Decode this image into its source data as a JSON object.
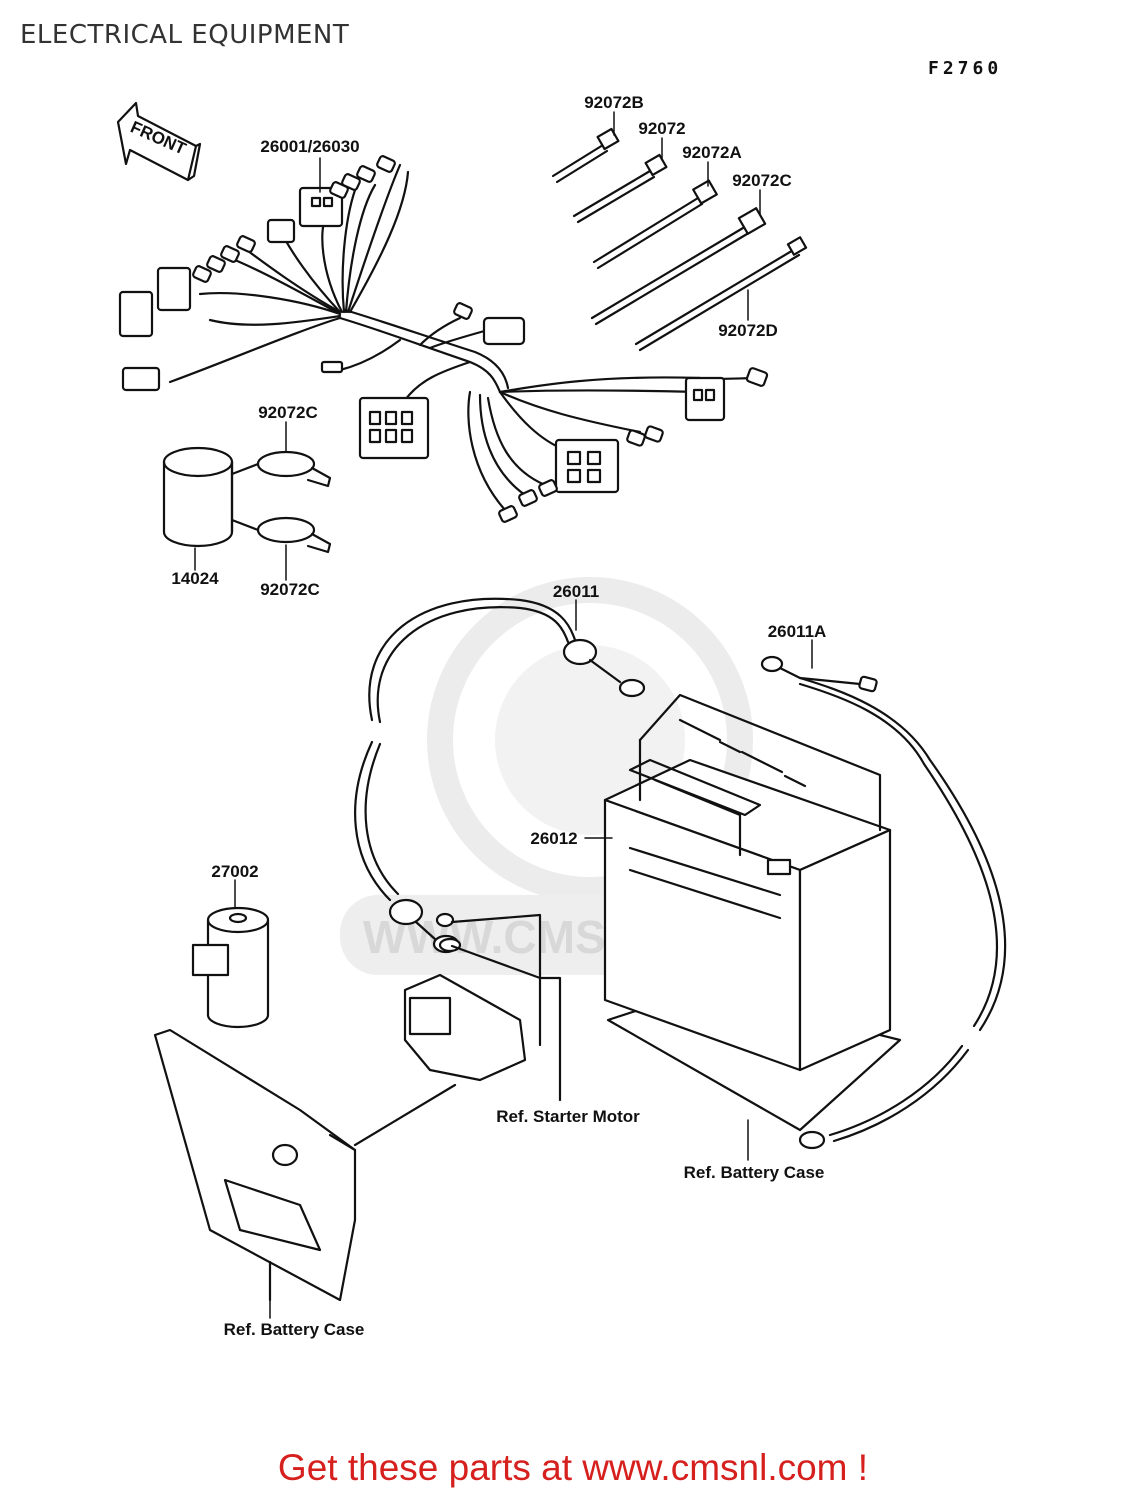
{
  "header": {
    "title": "ELECTRICAL EQUIPMENT",
    "diagram_code": "F2760"
  },
  "front_arrow": {
    "label": "FRONT"
  },
  "parts": {
    "harness": "26001/26030",
    "tie_b": "92072B",
    "tie": "92072",
    "tie_a": "92072A",
    "tie_c": "92072C",
    "tie_d": "92072D",
    "band_top": "92072C",
    "band_bottom": "92072C",
    "cover": "14024",
    "cable_pos": "26011",
    "cable_neg": "26011A",
    "battery": "26012",
    "relay": "27002",
    "ref_starter": "Ref. Starter Motor",
    "ref_battery_case_right": "Ref. Battery Case",
    "ref_battery_case_left": "Ref. Battery Case"
  },
  "watermark": {
    "text": "WWW.CMSNL.COM"
  },
  "footer": {
    "text": "Get these parts at www.cmsnl.com !"
  },
  "colors": {
    "line": "#111111",
    "footer": "#d6201e",
    "watermark": "#e6e6e6"
  }
}
